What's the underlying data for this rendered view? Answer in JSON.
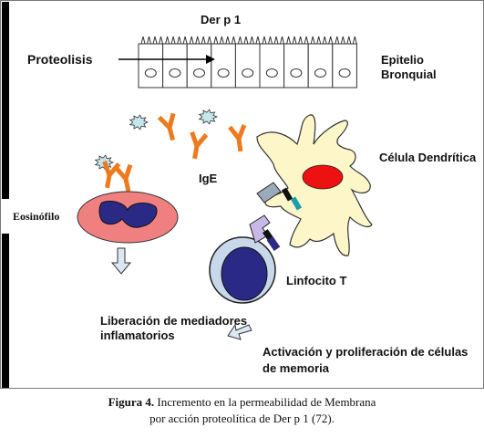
{
  "figure": {
    "allergen_label": "Der p 1",
    "proteolysis_label": "Proteolisis",
    "epithelium_label_line1": "Epitelio",
    "epithelium_label_line2": "Bronquial",
    "ige_label": "IgE",
    "dendritic_label": "Célula Dendrítica",
    "eosinophil_label": "Eosinófilo",
    "lymphocyte_label": "Linfocito T",
    "mediators_line1": "Liberación de mediadores",
    "mediators_line2": "inflamatorios",
    "activation_line1": "Activación y proliferación de células",
    "activation_line2": "de memoria"
  },
  "caption": {
    "label": "Figura 4.",
    "text_line1": "Incremento en la permeabilidad de Membrana",
    "text_line2": "por acción proteolítica de Der p 1 (72)."
  },
  "colors": {
    "ige_orange": "#ee7a1e",
    "dendritic_fill": "#fdf6c8",
    "nucleus_red": "#ee1111",
    "eosinophil_fill": "#f08080",
    "dark_blue": "#2a2a86",
    "lymphocyte_ring": "#c8d8ea",
    "receptor_grey": "#9aaabb",
    "teal": "#1aa0a8",
    "arrow_fill": "#dbe7f5"
  }
}
